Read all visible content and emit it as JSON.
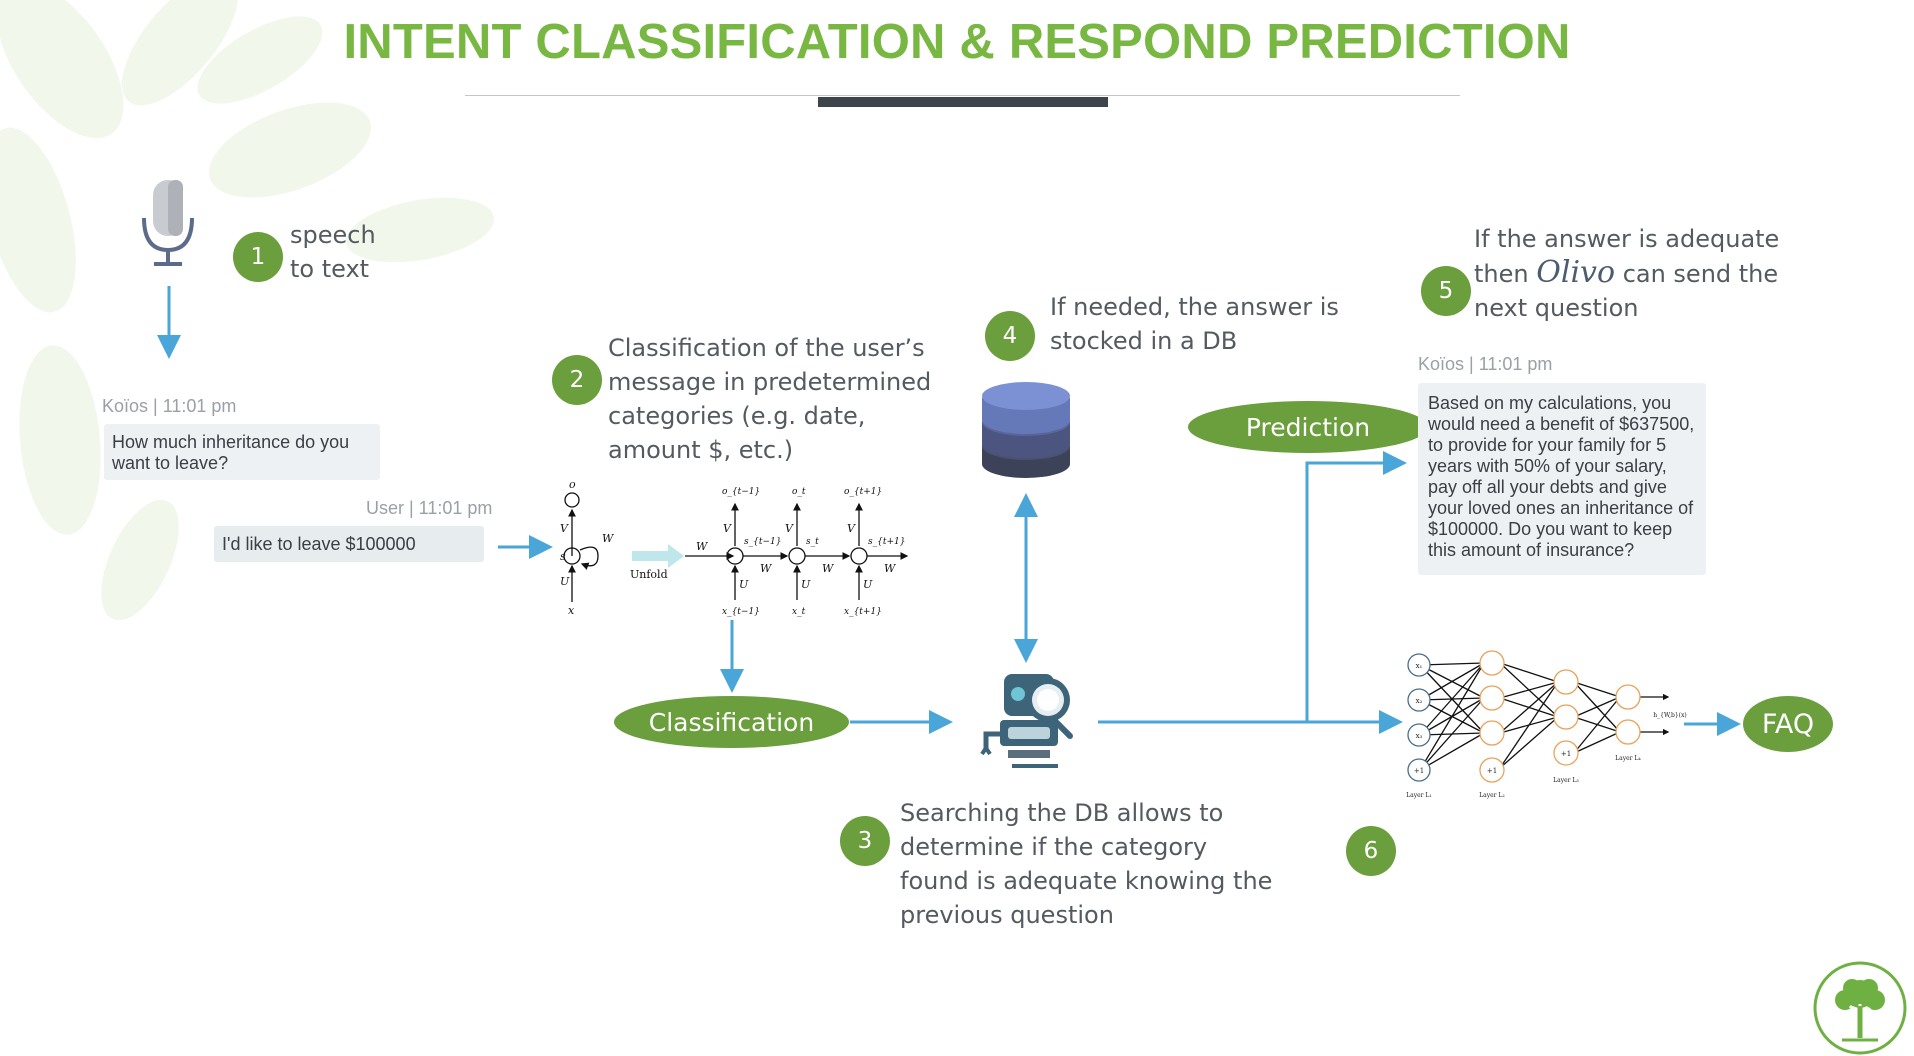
{
  "title": "INTENT CLASSIFICATION & RESPOND PREDICTION",
  "colors": {
    "green": "#6b9e3c",
    "title_green": "#79b743",
    "arrow_blue": "#4aa6d9",
    "bar_dark": "#3d444c"
  },
  "steps": [
    {
      "number": "1",
      "text_lines": [
        "speech",
        "to text"
      ]
    },
    {
      "number": "2",
      "text_lines": [
        "Classification of the user’s",
        "message in predetermined",
        "categories (e.g. date,",
        "amount $, etc.)"
      ]
    },
    {
      "number": "3",
      "text_lines": [
        "Searching the DB allows to",
        "determine if the category",
        "found is adequate knowing the",
        "previous question"
      ]
    },
    {
      "number": "4",
      "text_lines": [
        "If needed, the answer is",
        "stocked in a DB"
      ]
    },
    {
      "number": "5",
      "line1": "If the answer is adequate",
      "line2_pre": "then",
      "brand": "Olivo",
      "line2_post": "can send the",
      "line3": "next question"
    },
    {
      "number": "6"
    }
  ],
  "chat": {
    "bot_meta": "Koïos | 11:01 pm",
    "bot_message": "How much inheritance do you want to leave?",
    "user_meta": "User | 11:01 pm",
    "user_message": "I'd like to leave $100000",
    "reply_meta": "Koïos | 11:01 pm",
    "reply_message": "Based on my calculations, you would need a benefit of $637500, to provide for your family for 5 years with 50% of your salary, pay off all your debts and give your loved ones an inheritance of $100000. Do you want to keep this amount of insurance?"
  },
  "pills": {
    "classification": "Classification",
    "prediction": "Prediction",
    "faq": "FAQ"
  },
  "rnn": {
    "folded": {
      "o": "o",
      "v": "V",
      "s": "s",
      "w": "W",
      "u": "U",
      "x": "x"
    },
    "unfold": "Unfold",
    "units": [
      {
        "o": "o_{t−1}",
        "s": "s_{t−1}",
        "x": "x_{t−1}"
      },
      {
        "o": "o_t",
        "s": "s_t",
        "x": "x_t"
      },
      {
        "o": "o_{t+1}",
        "s": "s_{t+1}",
        "x": "x_{t+1}"
      }
    ],
    "v": "V",
    "u": "U",
    "w": "W"
  },
  "nn": {
    "inputs": [
      "x₁",
      "x₂",
      "x₃",
      "+1"
    ],
    "bias": "+1",
    "output": "h_{W,b}(x)",
    "layers": [
      "Layer L₁",
      "Layer L₂",
      "Layer L₃",
      "Layer L₄"
    ]
  },
  "icons": [
    "microphone-icon",
    "database-icon",
    "robot-search-icon",
    "tree-logo-icon"
  ]
}
